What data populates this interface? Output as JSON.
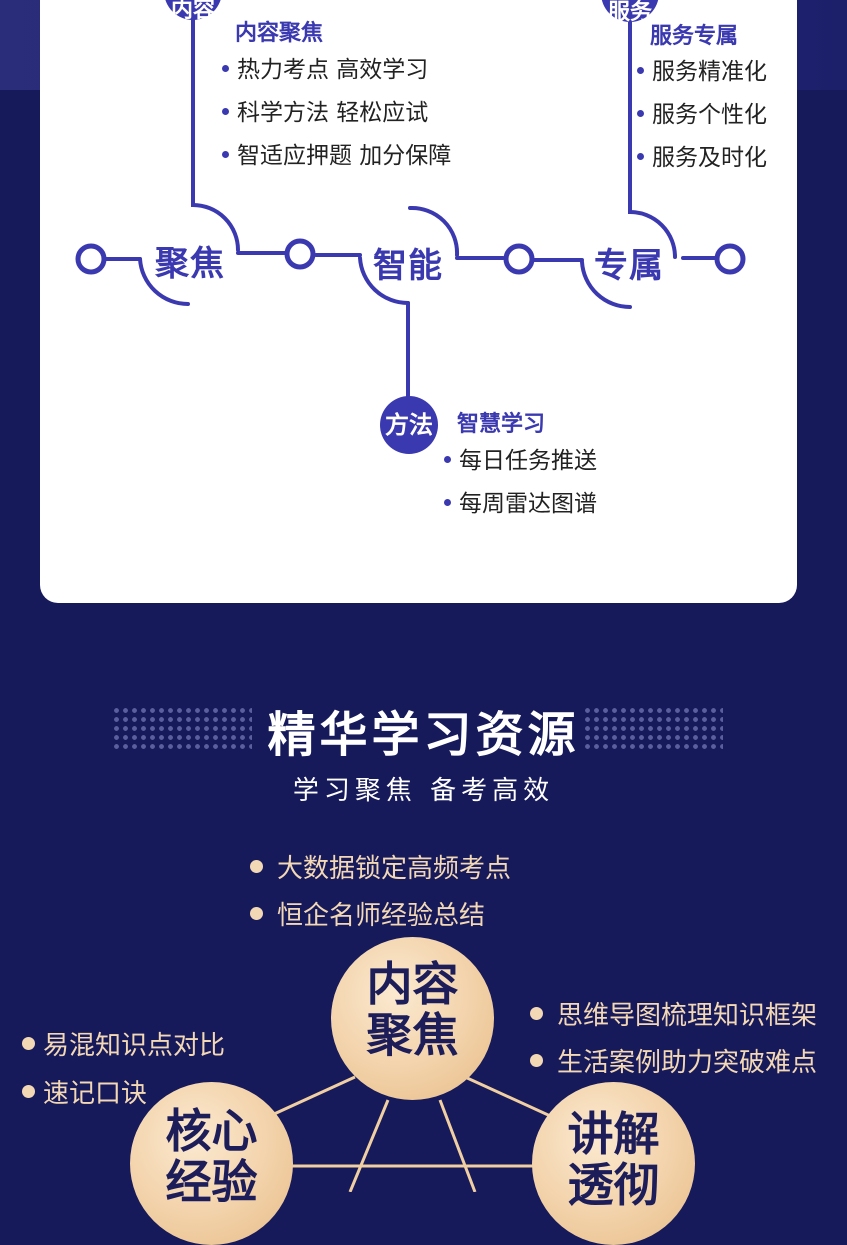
{
  "top_map": {
    "left_branch": {
      "title": "内容聚焦",
      "items": [
        "热力考点 高效学习",
        "科学方法 轻松应试",
        "智适应押题 加分保障"
      ]
    },
    "right_branch": {
      "top_label": "服务",
      "title": "服务专属",
      "items": [
        "服务精准化",
        "服务个性化",
        "服务及时化"
      ]
    },
    "left_top_label": "内容",
    "stations": [
      "聚焦",
      "智能",
      "专属"
    ],
    "bottom_branch": {
      "bubble": "方法",
      "title": "智慧学习",
      "items": [
        "每日任务推送",
        "每周雷达图谱"
      ]
    }
  },
  "resources": {
    "title": "精华学习资源",
    "subtitle": "学习聚焦  备考高效",
    "features": [
      "大数据锁定高频考点",
      "恒企名师经验总结"
    ],
    "center_circle": "内容聚焦",
    "left_circle": "核心经验",
    "right_circle": "讲解透彻",
    "left_points": [
      "易混知识点对比",
      "速记口诀"
    ],
    "right_points": [
      "思维导图梳理知识框架",
      "生活案例助力突破难点"
    ]
  },
  "colors": {
    "primary": "#3b39b0",
    "bg_dark": "#16195a",
    "gold": "#f3d8b5"
  }
}
